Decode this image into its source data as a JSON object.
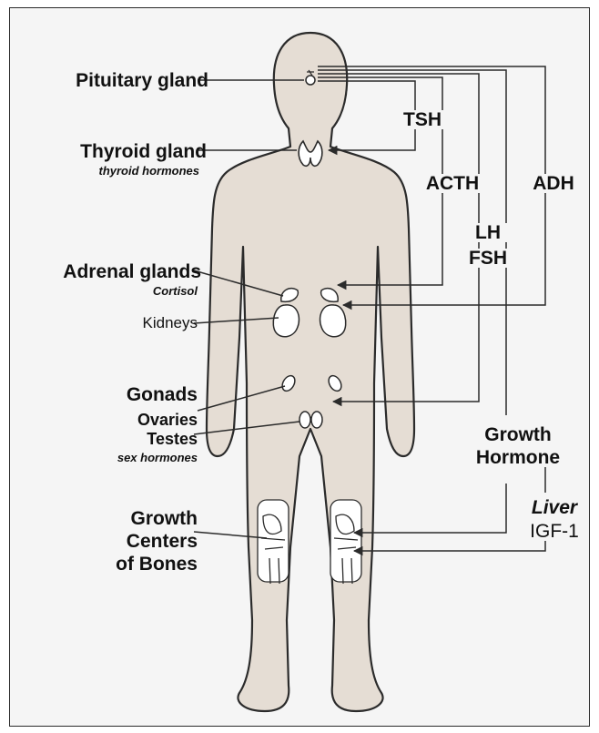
{
  "labels": {
    "pituitary": "Pituitary gland",
    "thyroid": "Thyroid gland",
    "thyroid_sub": "thyroid hormones",
    "adrenal": "Adrenal glands",
    "adrenal_sub": "Cortisol",
    "kidneys": "Kidneys",
    "gonads": "Gonads",
    "ovaries": "Ovaries",
    "testes": "Testes",
    "gonads_sub": "sex hormones",
    "growth_centers_1": "Growth",
    "growth_centers_2": "Centers",
    "growth_centers_3": "of Bones"
  },
  "hormones": {
    "tsh": "TSH",
    "acth": "ACTH",
    "adh": "ADH",
    "lh": "LH",
    "fsh": "FSH",
    "growth_hormone_1": "Growth",
    "growth_hormone_2": "Hormone",
    "liver": "Liver",
    "igf": "IGF-1"
  },
  "colors": {
    "body_fill": "#e5ddd4",
    "outline": "#2b2b2b",
    "gland_fill": "#ffffff",
    "background": "#f5f5f5"
  }
}
